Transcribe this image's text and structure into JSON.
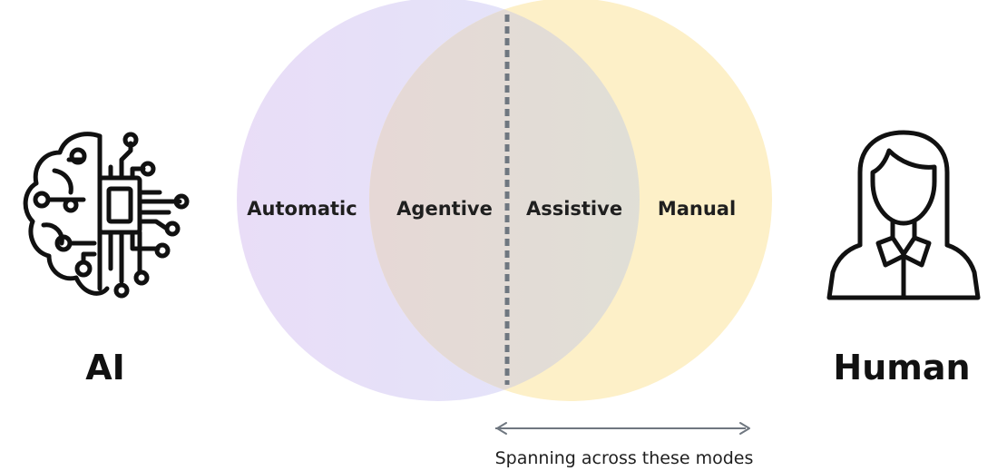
{
  "modes": [
    {
      "id": "automatic",
      "label": "Automatic"
    },
    {
      "id": "agentive",
      "label": "Agentive"
    },
    {
      "id": "assistive",
      "label": "Assistive"
    },
    {
      "id": "manual",
      "label": "Manual"
    }
  ],
  "actors": {
    "left": {
      "label": "AI",
      "icon": "ai-brain-chip-icon"
    },
    "right": {
      "label": "Human",
      "icon": "person-icon"
    }
  },
  "span": {
    "caption": "Spanning across these modes"
  },
  "colors": {
    "ai_circle_left": "#e9ddf7",
    "ai_circle_right": "#e2e6fa",
    "human_circle": "#fdf0c8",
    "overlap_left": "#e6d8d6",
    "overlap_right": "#dde2d6",
    "divider": "#6f7780",
    "arrow": "#6f7780",
    "text": "#1f1f1f",
    "icon": "#111111"
  }
}
